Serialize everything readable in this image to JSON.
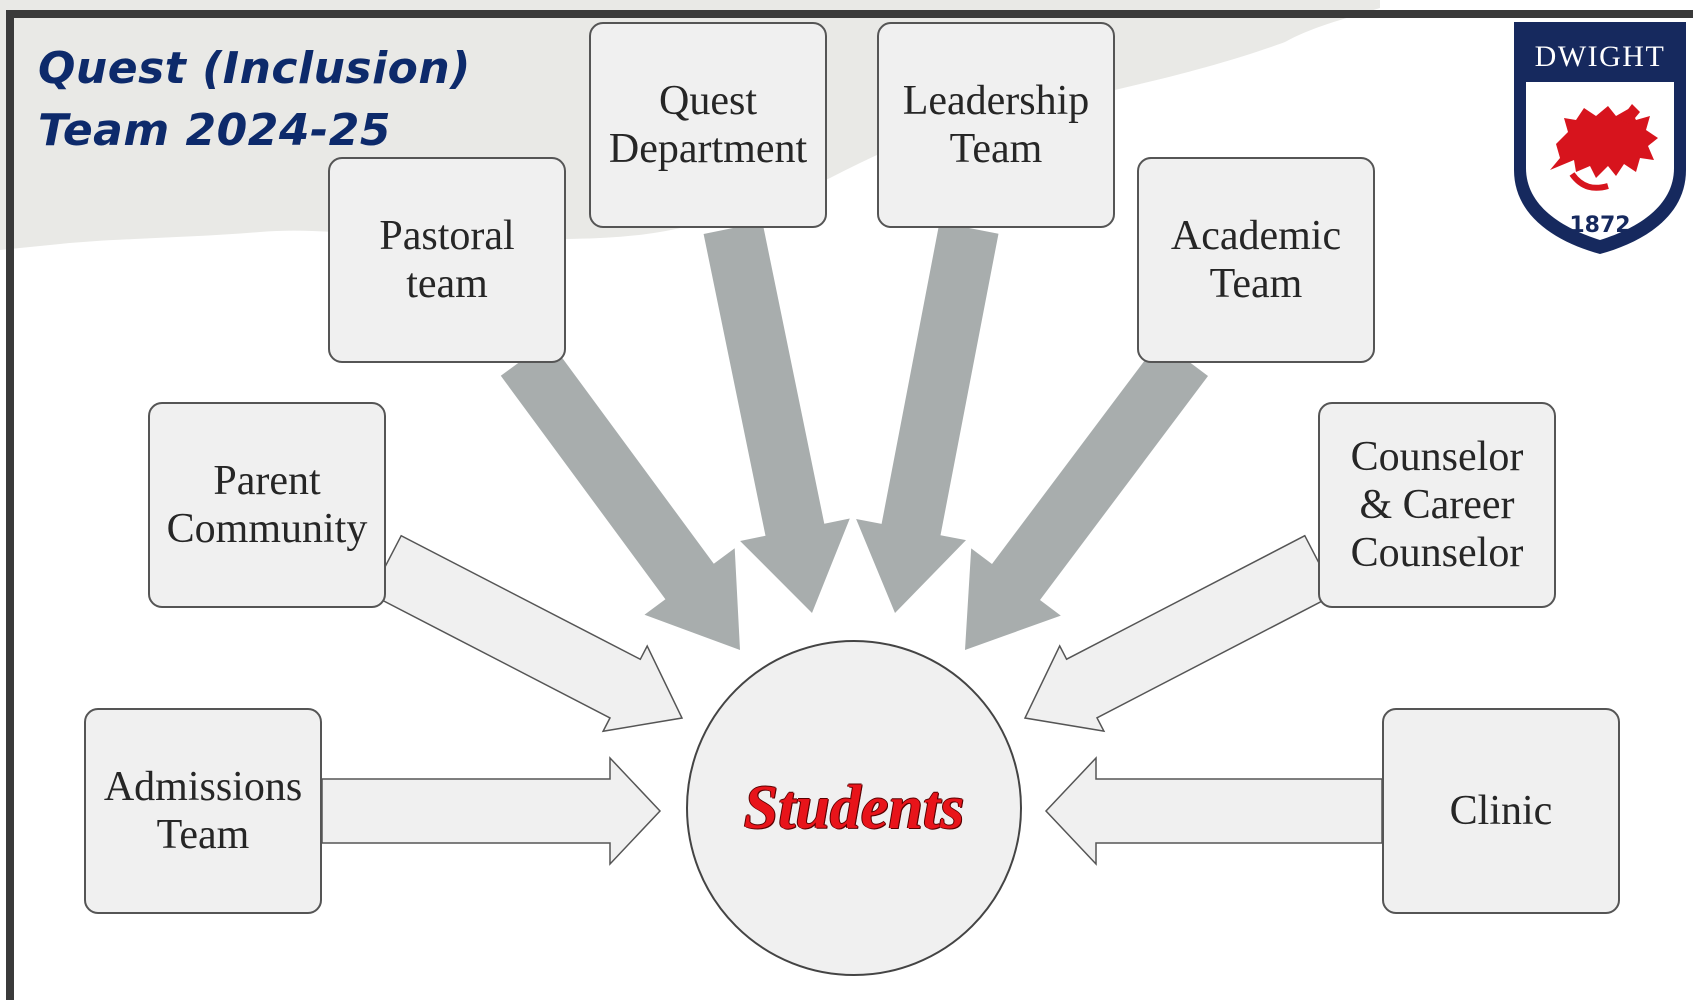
{
  "title": {
    "line1": "Quest (Inclusion)",
    "line2": "Team 2024-25"
  },
  "logo": {
    "name": "DWIGHT",
    "year": "1872",
    "colors": {
      "navy": "#16295e",
      "crest": "#d7141d"
    }
  },
  "center": {
    "label": "Students",
    "color": "#e8141a"
  },
  "groups": [
    {
      "id": "admissions",
      "label": [
        "Admissions",
        "Team"
      ]
    },
    {
      "id": "parent",
      "label": [
        "Parent",
        "Community"
      ]
    },
    {
      "id": "pastoral",
      "label": [
        "Pastoral",
        "team"
      ]
    },
    {
      "id": "quest",
      "label": [
        "Quest",
        "Department"
      ]
    },
    {
      "id": "leadership",
      "label": [
        "Leadership",
        "Team"
      ]
    },
    {
      "id": "academic",
      "label": [
        "Academic",
        "Team"
      ]
    },
    {
      "id": "counselor",
      "label": [
        "Counselor",
        "& Career",
        "Counselor"
      ]
    },
    {
      "id": "clinic",
      "label": [
        "Clinic"
      ]
    }
  ],
  "colors": {
    "box_fill": "#f0f0f0",
    "outline_arrow_fill": "#f0f0f0",
    "solid_arrow_fill": "#a8adad",
    "title": "#0d2a6b",
    "background_band": "#e9e9e6"
  }
}
